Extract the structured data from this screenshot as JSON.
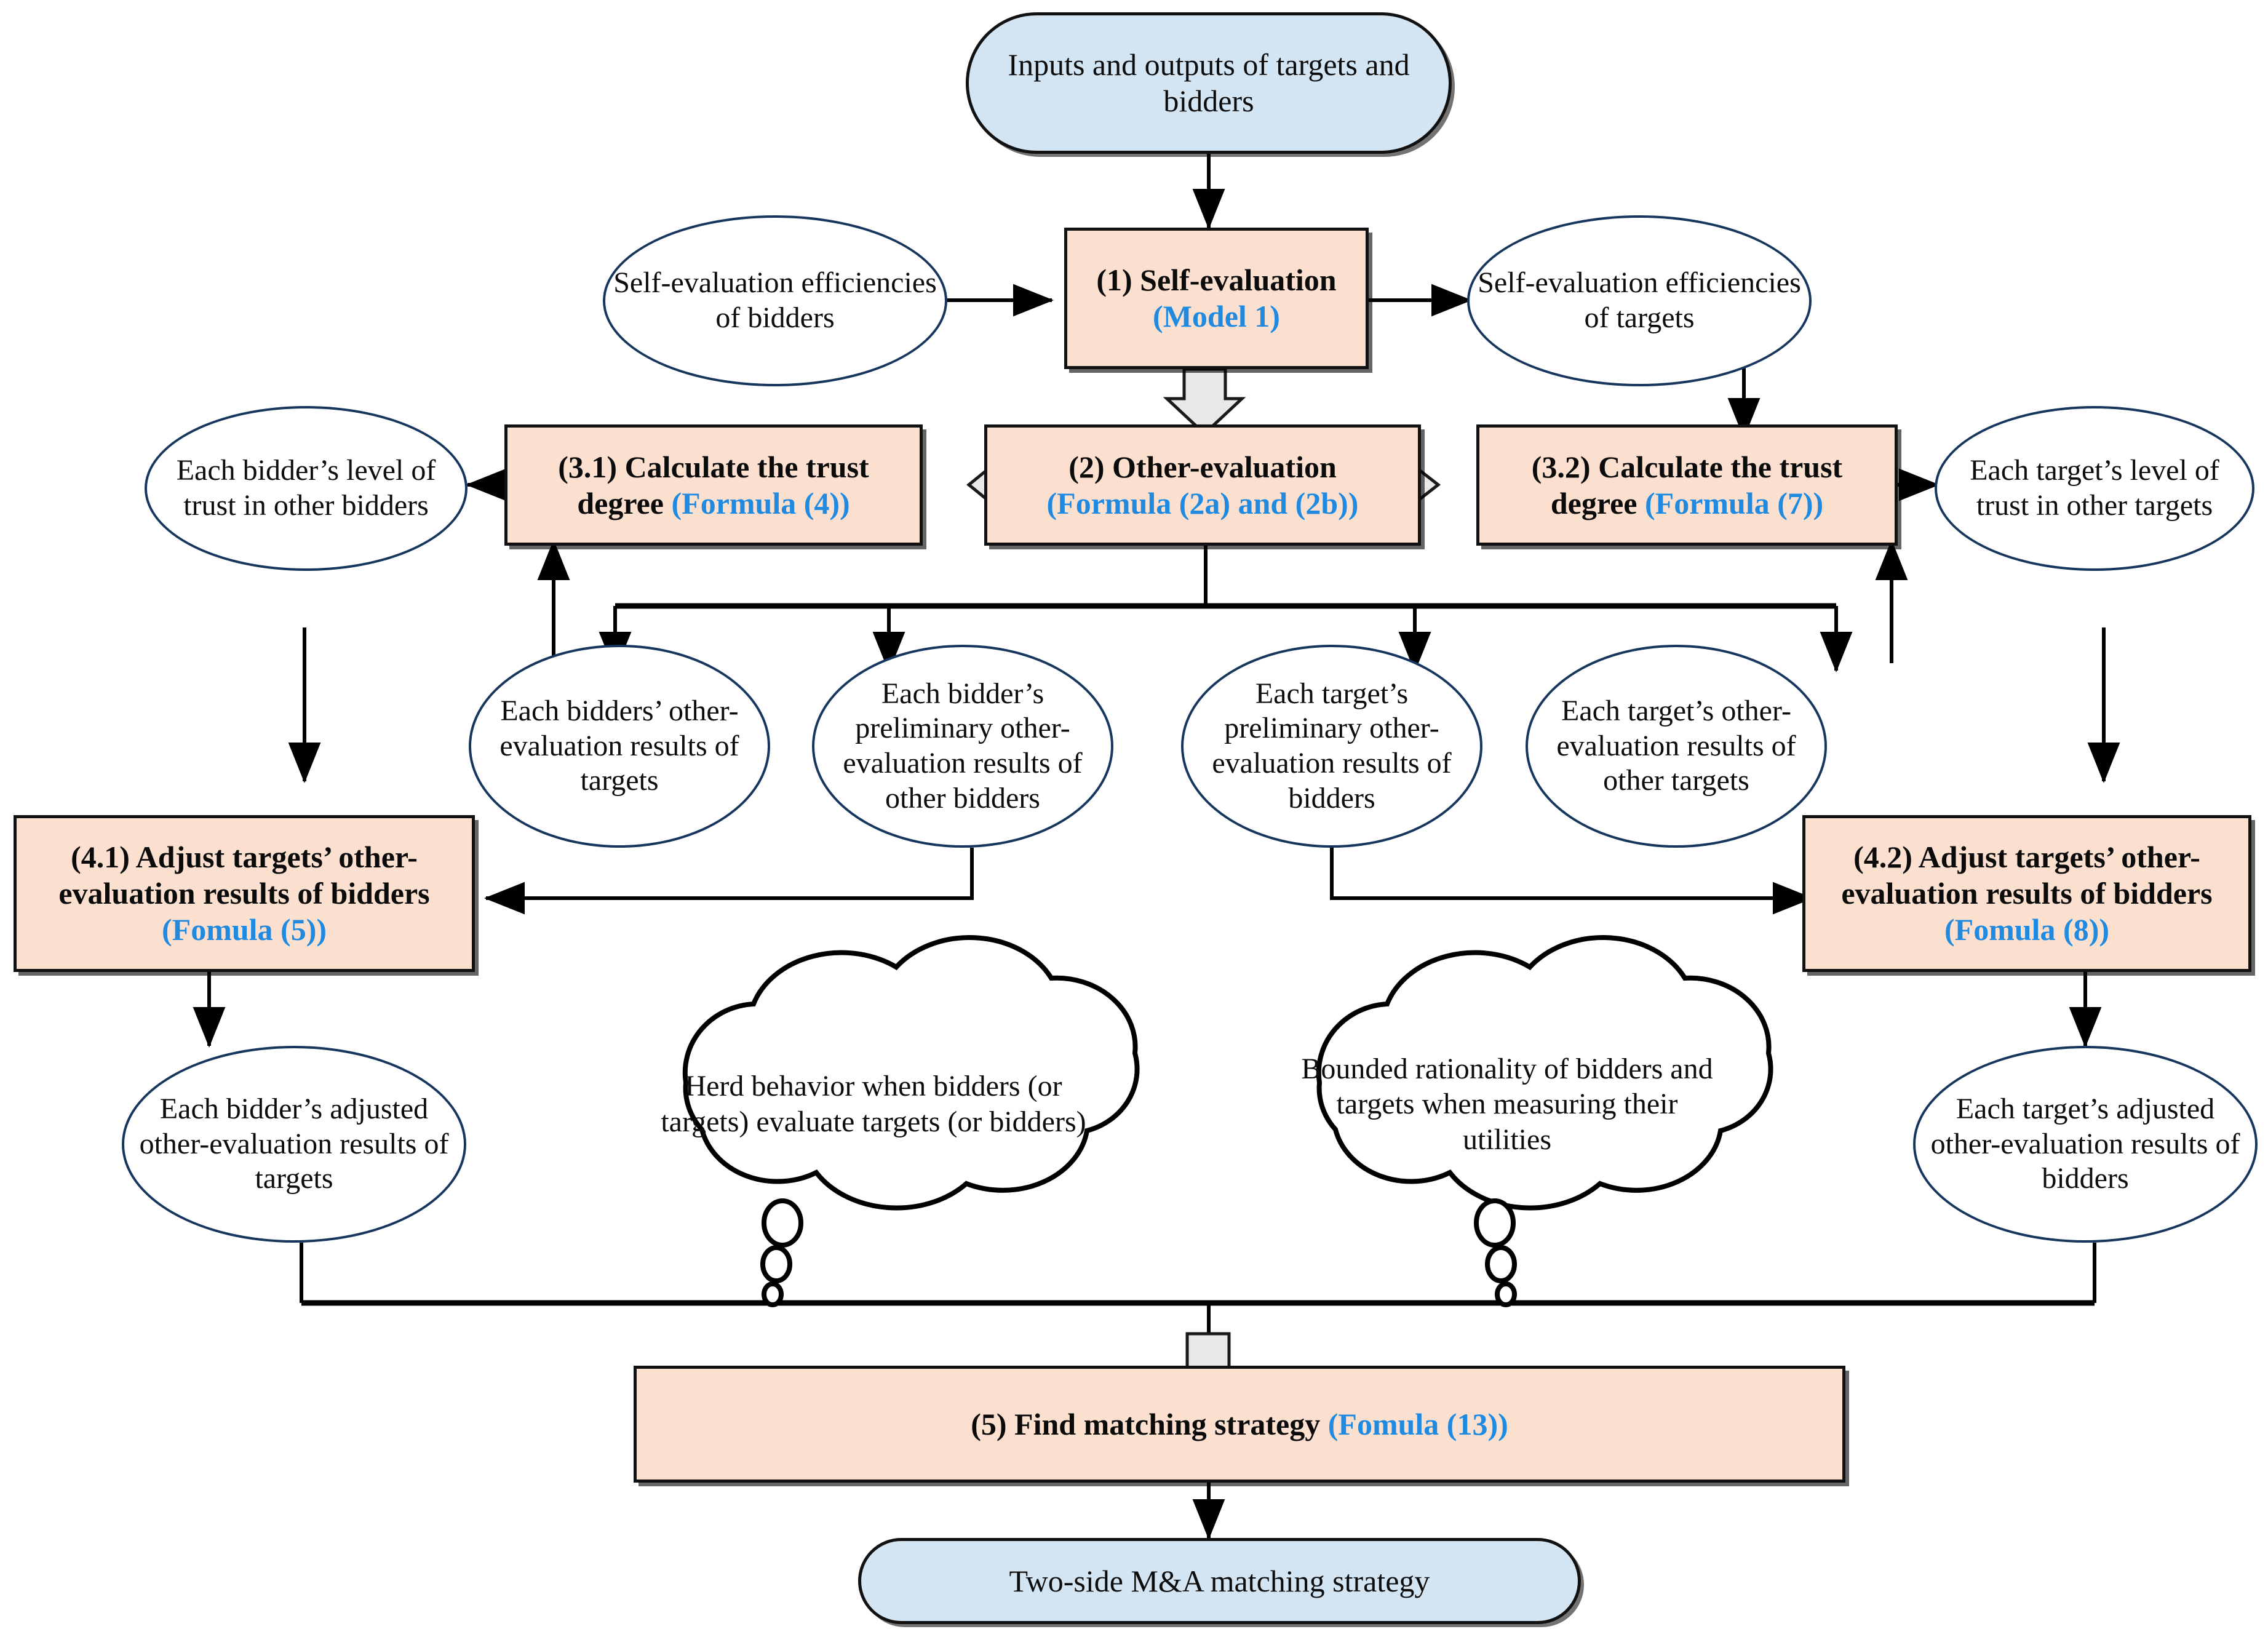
{
  "diagram": {
    "title": "Two-side M&A matching framework flowchart",
    "colors": {
      "terminator_fill": "#d3e4f3",
      "process_fill": "#fbe0d0",
      "ellipse_stroke": "#17365d",
      "formula_text": "#1f8ae0",
      "block_arrow_fill": "#e6e6e6",
      "line": "#000000"
    },
    "nodes": {
      "start": {
        "text": "Inputs and outputs of targets and bidders",
        "shape": "terminator"
      },
      "self_eval_bidders": {
        "text": "Self-evaluation efficiencies of bidders",
        "shape": "ellipse"
      },
      "self_eval_targets": {
        "text": "Self-evaluation efficiencies of targets",
        "shape": "ellipse"
      },
      "step1": {
        "label": "(1) Self-evaluation",
        "formula": "(Model 1)",
        "shape": "process"
      },
      "step2": {
        "label": "(2) Other-evaluation",
        "formula": "(Formula (2a) and (2b))",
        "shape": "process"
      },
      "step31": {
        "label": "(3.1) Calculate the trust degree ",
        "formula": "(Formula (4))",
        "shape": "process"
      },
      "step32": {
        "label": "(3.2) Calculate the trust degree ",
        "formula": "(Formula (7))",
        "shape": "process"
      },
      "bidder_trust": {
        "text": "Each bidder’s level of trust in other bidders",
        "shape": "ellipse"
      },
      "target_trust": {
        "text": "Each target’s level of trust in other targets",
        "shape": "ellipse"
      },
      "bidders_other_eval_targets": {
        "text": "Each bidders’ other-evaluation results of targets",
        "shape": "ellipse"
      },
      "bidder_prelim_other_bidders": {
        "text": "Each bidder’s preliminary other-evaluation results of other bidders",
        "shape": "ellipse"
      },
      "target_prelim_bidders": {
        "text": "Each target’s preliminary  other-evaluation results of bidders",
        "shape": "ellipse"
      },
      "target_other_eval_targets": {
        "text": "Each target’s other-evaluation results of other targets",
        "shape": "ellipse"
      },
      "step41": {
        "label": "(4.1) Adjust targets’ other-evaluation results of bidders ",
        "formula": "(Fomula (5))",
        "shape": "process"
      },
      "step42": {
        "label": "(4.2) Adjust targets’ other-evaluation results of bidders ",
        "formula": "(Fomula (8))",
        "shape": "process"
      },
      "bidder_adjusted": {
        "text": "Each bidder’s adjusted  other-evaluation results of targets",
        "shape": "ellipse"
      },
      "target_adjusted": {
        "text": "Each target’s adjusted  other-evaluation results of bidders",
        "shape": "ellipse"
      },
      "cloud_herd": {
        "text": "Herd behavior when bidders (or targets) evaluate targets (or bidders)",
        "shape": "cloud"
      },
      "cloud_bounded": {
        "text": "Bounded rationality of bidders and targets when measuring their utilities",
        "shape": "cloud"
      },
      "step5": {
        "label": "(5) Find matching strategy ",
        "formula": "(Fomula (13))",
        "shape": "process"
      },
      "end": {
        "text": "Two-side M&A matching strategy",
        "shape": "terminator"
      }
    }
  }
}
